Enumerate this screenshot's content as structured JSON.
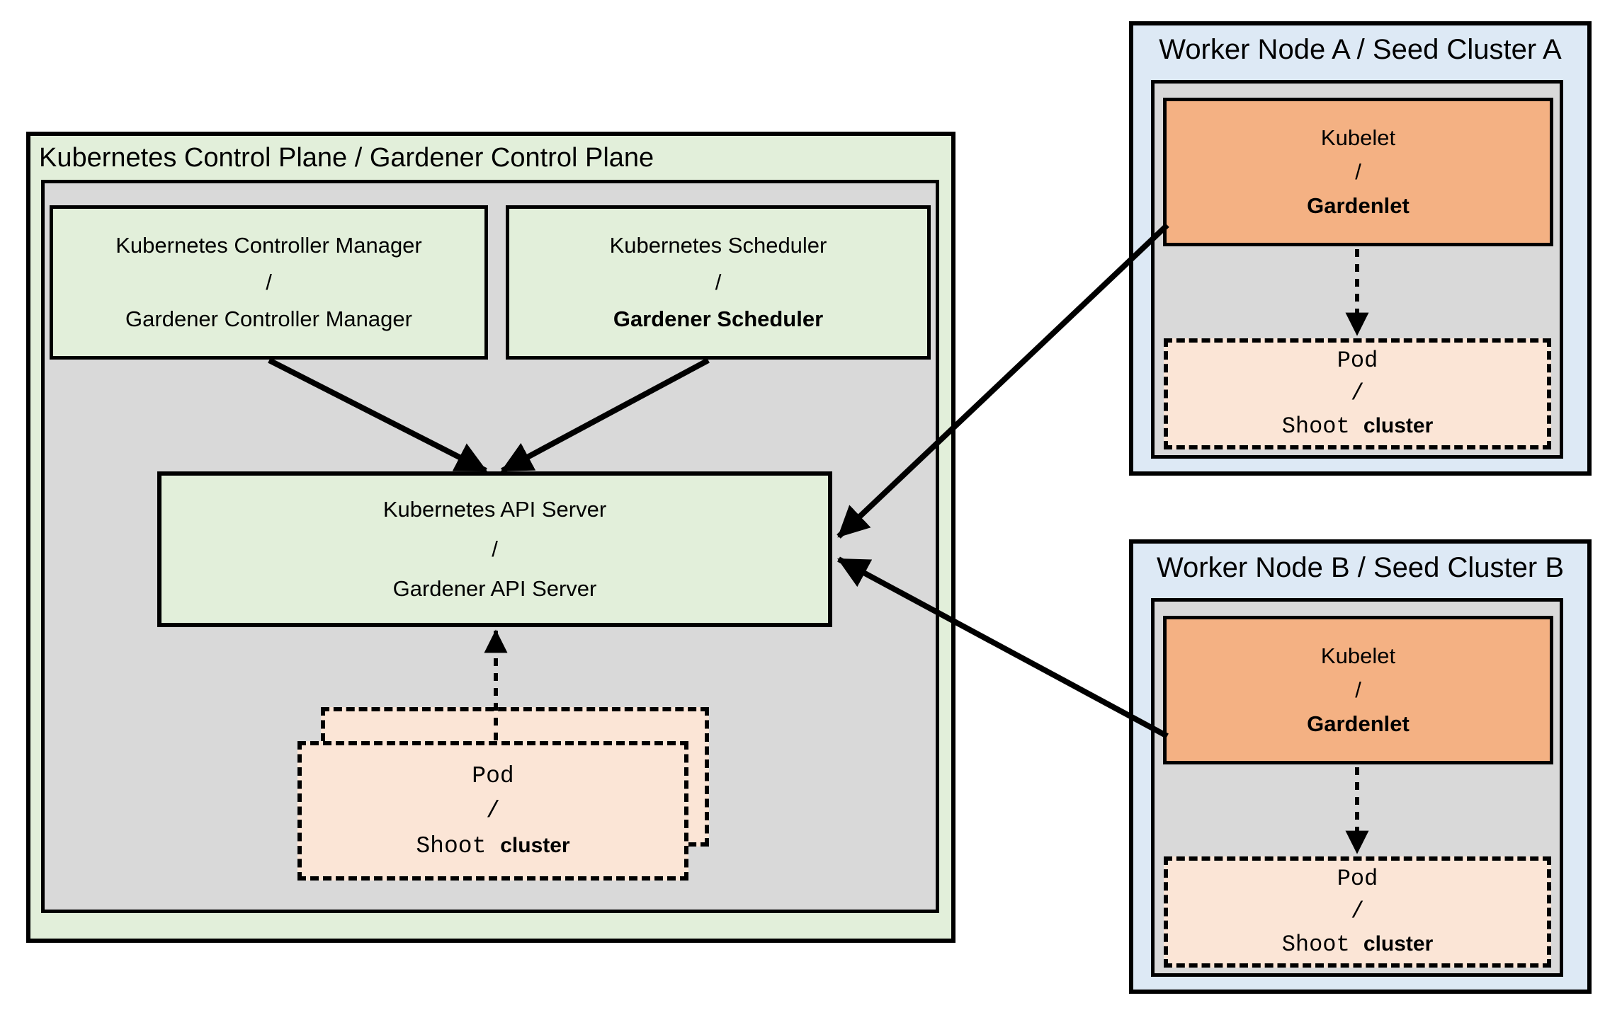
{
  "colors": {
    "light-green": "#e2efda",
    "panel-gray": "#d9d9d9",
    "node-blue": "#dde9f5",
    "kubelet-orange": "#f4b183",
    "pod-peach": "#fbe5d6",
    "line-black": "#000000"
  },
  "control_plane": {
    "title": "Kubernetes Control Plane / Gardener Control Plane",
    "controller_manager": {
      "line1": "Kubernetes Controller Manager",
      "sep": "/",
      "line2": "Gardener Controller Manager"
    },
    "scheduler": {
      "line1": "Kubernetes Scheduler",
      "sep": "/",
      "line2": "Gardener Scheduler"
    },
    "api_server": {
      "line1": "Kubernetes API Server",
      "sep": "/",
      "line2": "Gardener API Server"
    },
    "pod_stack": {
      "line1": "Pod",
      "sep": "/",
      "shoot": "Shoot",
      "cluster": "cluster"
    }
  },
  "workers": [
    {
      "title": "Worker Node A / Seed Cluster A",
      "kubelet": {
        "line1": "Kubelet",
        "sep": "/",
        "line2": "Gardenlet"
      },
      "pod": {
        "line1": "Pod",
        "sep": "/",
        "shoot": "Shoot",
        "cluster": "cluster"
      }
    },
    {
      "title": "Worker Node B / Seed Cluster B",
      "kubelet": {
        "line1": "Kubelet",
        "sep": "/",
        "line2": "Gardenlet"
      },
      "pod": {
        "line1": "Pod",
        "sep": "/",
        "shoot": "Shoot",
        "cluster": "cluster"
      }
    }
  ]
}
